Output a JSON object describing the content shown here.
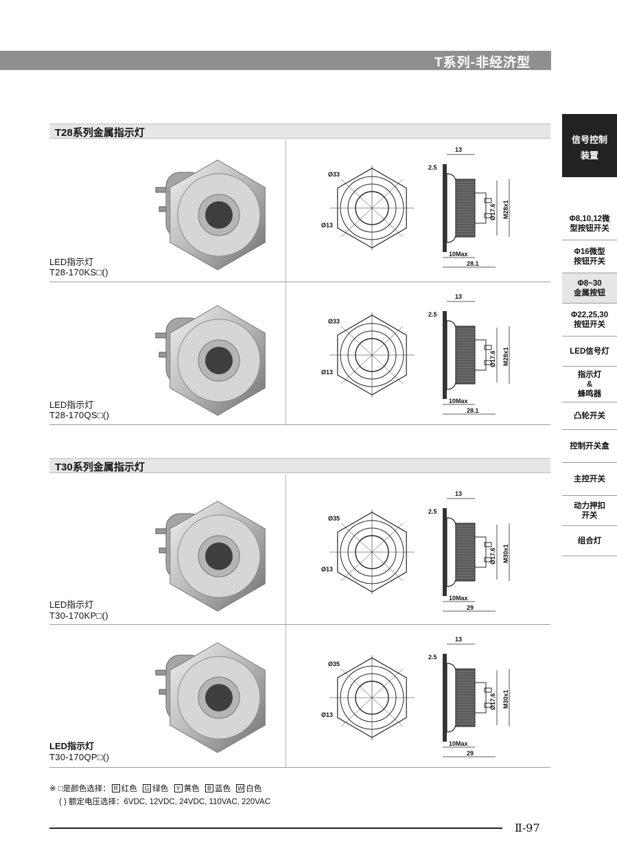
{
  "header": {
    "title": "T系列-非经济型"
  },
  "sections": [
    {
      "title": "T28系列金属指示灯",
      "products": [
        {
          "type": "LED指示灯",
          "model": "T28-170KS□()",
          "dims": {
            "face": "Ø33",
            "lens": "Ø13",
            "inner": "Ø17.6",
            "thread": "M28x1",
            "depth": "13",
            "flange": "2.5",
            "max": "10Max",
            "total": "28.1"
          }
        },
        {
          "type": "LED指示灯",
          "model": "T28-170QS□()",
          "dims": {
            "face": "Ø33",
            "lens": "Ø13",
            "inner": "Ø17.6",
            "thread": "M28x1",
            "depth": "13",
            "flange": "2.5",
            "max": "10Max",
            "total": "28.1"
          }
        }
      ]
    },
    {
      "title": "T30系列金属指示灯",
      "products": [
        {
          "type": "LED指示灯",
          "model": "T30-170KP□()",
          "dims": {
            "face": "Ø35",
            "lens": "Ø13",
            "inner": "Ø17.6",
            "thread": "M30x1",
            "depth": "13",
            "flange": "2.5",
            "max": "10Max",
            "total": "29"
          }
        },
        {
          "type": "LED指示灯",
          "model": "T30-170QP□()",
          "dims": {
            "face": "Ø35",
            "lens": "Ø13",
            "inner": "Ø17.6",
            "thread": "M30x1",
            "depth": "13",
            "flange": "2.5",
            "max": "10Max",
            "total": "29"
          }
        }
      ]
    }
  ],
  "sidebar": {
    "heading_line1": "信号控制",
    "heading_line2": "装置",
    "items": [
      {
        "line1": "Φ8,10,12微",
        "line2": "型按钮开关"
      },
      {
        "line1": "Φ16微型",
        "line2": "按钮开关"
      },
      {
        "line1": "Φ8~30",
        "line2": "金属按钮"
      },
      {
        "line1": "Φ22,25,30",
        "line2": "按钮开关"
      },
      {
        "line1": "LED信号灯",
        "line2": ""
      },
      {
        "line1": "指示灯",
        "line2": "&",
        "line3": "蜂鸣器"
      },
      {
        "line1": "凸轮开关",
        "line2": ""
      },
      {
        "line1": "控制开关盒",
        "line2": ""
      },
      {
        "line1": "主控开关",
        "line2": ""
      },
      {
        "line1": "动力押扣",
        "line2": "开关"
      },
      {
        "line1": "组合灯",
        "line2": ""
      }
    ]
  },
  "notes": {
    "mark": "※",
    "color_prefix": "□是颜色选择：",
    "colors": [
      {
        "code": "R",
        "name": "红色"
      },
      {
        "code": "G",
        "name": "绿色"
      },
      {
        "code": "Y",
        "name": "黄色"
      },
      {
        "code": "B",
        "name": "蓝色"
      },
      {
        "code": "W",
        "name": "白色"
      }
    ],
    "voltage": "( ) 额定电压选择：6VDC, 12VDC, 24VDC, 110VAC, 220VAC"
  },
  "footer": {
    "page": "Ⅱ-97"
  }
}
